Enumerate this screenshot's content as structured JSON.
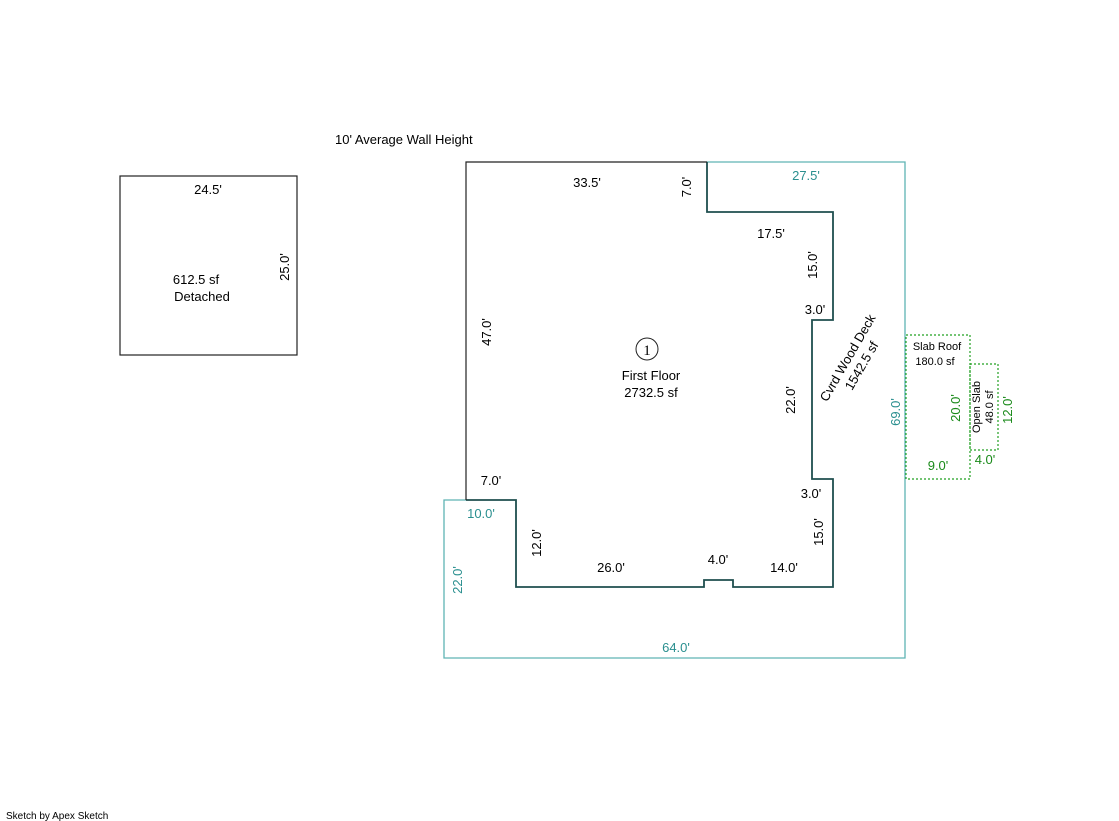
{
  "header": {
    "wall_height": "10' Average Wall Height"
  },
  "detached": {
    "area": "612.5 sf",
    "name": "Detached",
    "dims": {
      "top": "24.5'",
      "right": "25.0'"
    }
  },
  "first_floor": {
    "marker": "1",
    "name": "First Floor",
    "area": "2732.5 sf",
    "dims": {
      "top": "33.5'",
      "notch_top": "7.0'",
      "upper_step": "17.5'",
      "right_upper": "15.0'",
      "jog_upper": "3.0'",
      "right_mid": "22.0'",
      "jog_lower": "3.0'",
      "right_lower": "15.0'",
      "bottom_right": "14.0'",
      "bump": "4.0'",
      "bottom_mid": "26.0'",
      "left_inner": "12.0'",
      "left_step": "7.0'",
      "left": "47.0'"
    }
  },
  "deck": {
    "name": "Cvrd Wood Deck",
    "area": "1542.5 sf",
    "dims": {
      "top": "27.5'",
      "right": "69.0'",
      "bottom": "64.0'",
      "left": "22.0'",
      "step": "10.0'"
    }
  },
  "slab_roof": {
    "name": "Slab Roof",
    "area": "180.0 sf",
    "dims": {
      "height": "20.0'",
      "width": "9.0'"
    }
  },
  "open_slab": {
    "name": "Open Slab",
    "area": "48.0 sf",
    "dims": {
      "height": "12.0'",
      "width": "4.0'"
    }
  },
  "footer": {
    "credit": "Sketch by Apex Sketch"
  }
}
